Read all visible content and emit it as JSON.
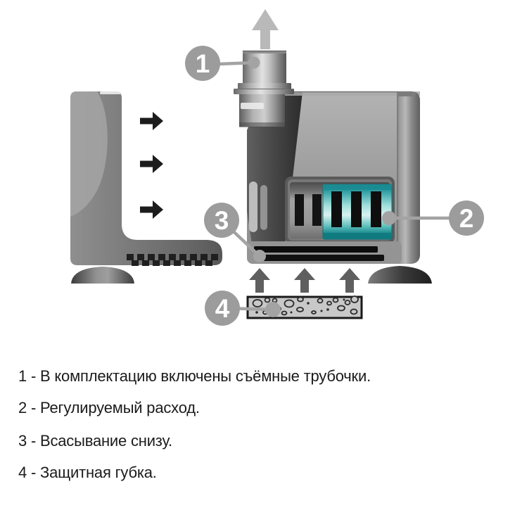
{
  "figure": {
    "type": "product-diagram",
    "callouts": [
      {
        "number": "1"
      },
      {
        "number": "2"
      },
      {
        "number": "3"
      },
      {
        "number": "4"
      }
    ],
    "icons": {
      "outlet_arrow": "arrow-up",
      "side_flow_arrows": "arrow-right",
      "bottom_intake_arrows": "arrow-up"
    },
    "colors": {
      "regulator_teal": "#1f989e",
      "callout_gray": "#9c9c9c",
      "flow_arrow_black": "#1c1c1c",
      "intake_arrow_gray": "#5f5f5f",
      "outlet_arrow_gray": "#b9b9b9",
      "background": "#ffffff"
    }
  },
  "legend": {
    "text_color": "#1b1b1b",
    "items": [
      "1 - В комплектацию включены съёмные трубочки.",
      "2 - Регулируемый расход.",
      "3 - Всасывание снизу.",
      "4 - Защитная губка."
    ]
  }
}
